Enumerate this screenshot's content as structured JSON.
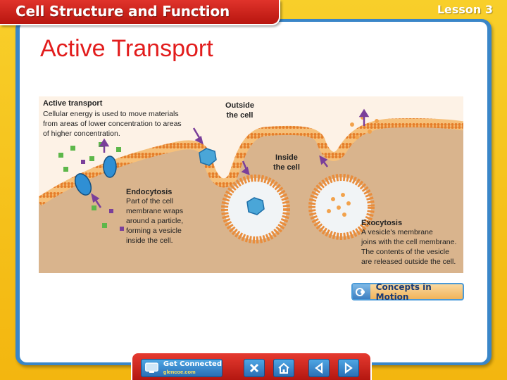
{
  "header": {
    "title": "Cell Structure and Function",
    "lesson": "Lesson 3"
  },
  "slide": {
    "heading": "Active Transport"
  },
  "figure": {
    "active_transport_title": "Active transport",
    "active_transport_lines": [
      "Cellular energy is used to move materials",
      "from areas of lower concentration to areas",
      "of higher concentration."
    ],
    "outside_label_lines": [
      "Outside",
      "the cell"
    ],
    "inside_label_lines": [
      "Inside",
      "the cell"
    ],
    "endocytosis_title": "Endocytosis",
    "endocytosis_lines": [
      "Part of the cell",
      "membrane wraps",
      "around a particle,",
      "forming a vesicle",
      "inside the cell."
    ],
    "exocytosis_title": "Exocytosis",
    "exocytosis_lines": [
      "A vesicle's membrane",
      "joins with the cell membrane.",
      "The contents of the vesicle",
      "are released outside the cell."
    ]
  },
  "concepts_button": {
    "label": "Concepts in Motion",
    "icon": "concepts-in-motion-icon"
  },
  "navbar": {
    "get_connected_label": "Get Connected",
    "get_connected_site": "glencoe.com",
    "close_icon": "close-icon",
    "home_icon": "home-icon",
    "prev_icon": "previous-icon",
    "next_icon": "next-icon"
  },
  "colors": {
    "frame": "#f6c21a",
    "title_red": "#d42a22",
    "panel_border": "#3a86c8",
    "heading_red": "#e21c1c",
    "membrane_orange": "#f0a25a",
    "cytoplasm": "#d8b28a"
  }
}
